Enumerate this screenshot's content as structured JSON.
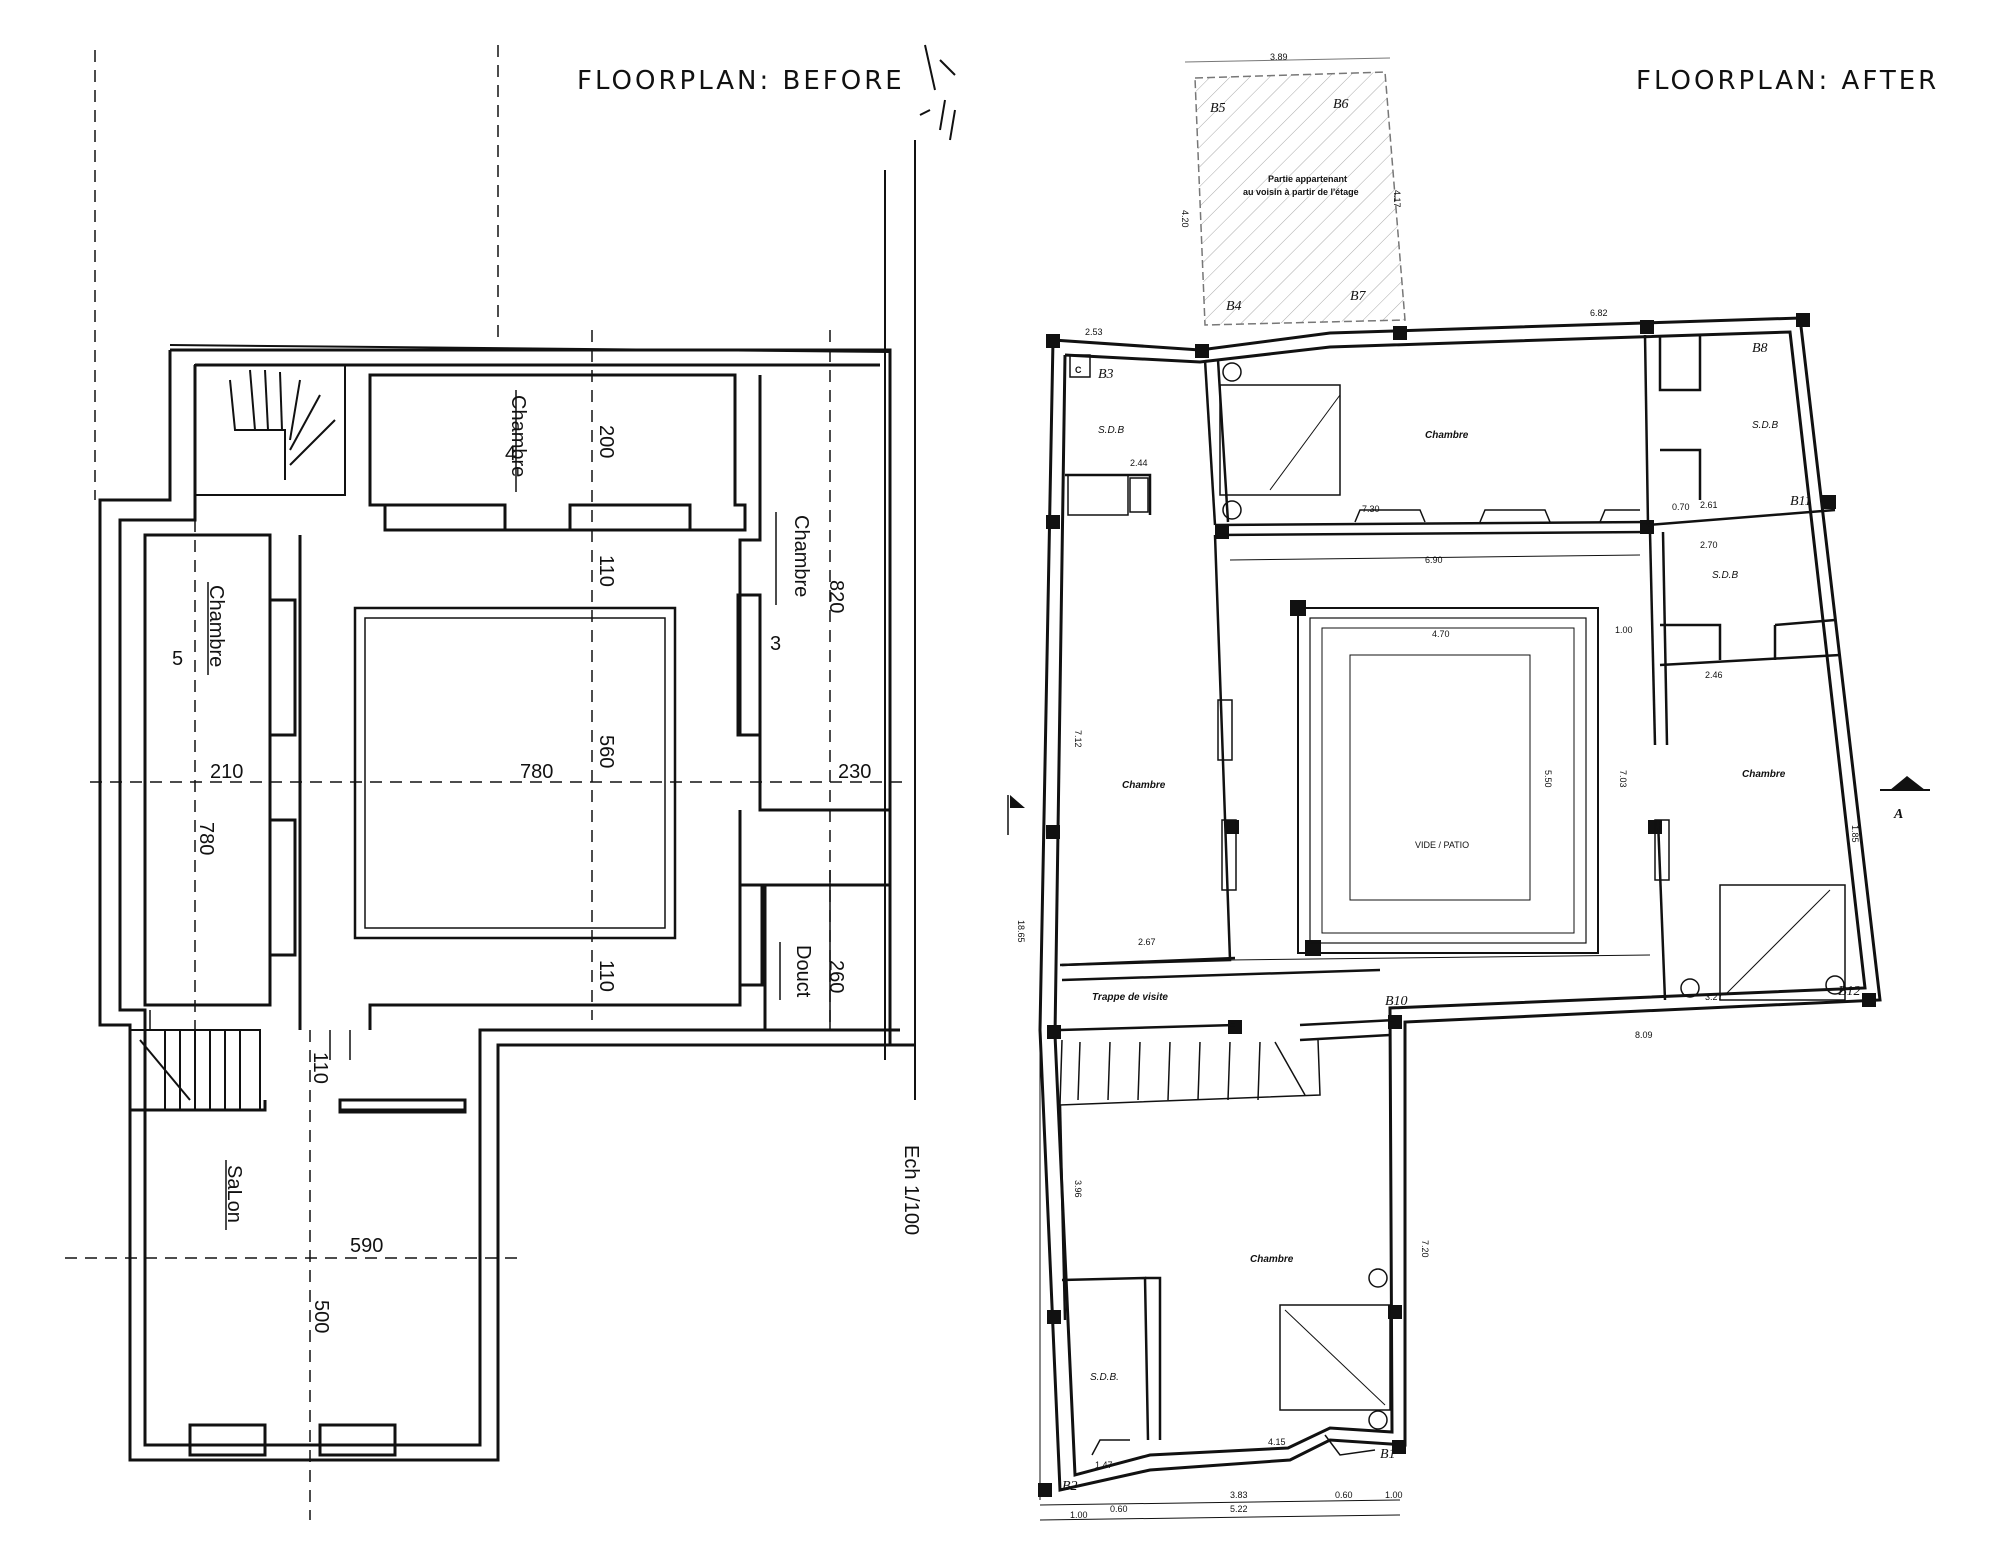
{
  "titles": {
    "before": "FLOORPLAN: BEFORE",
    "after": "FLOORPLAN: AFTER"
  },
  "before": {
    "rooms": {
      "chambre_top": "Chambre",
      "chambre_left": "Chambre",
      "chambre_right": "Chambre",
      "douche": "Douct",
      "salon": "SaLon",
      "num_4": "4",
      "num_5": "5",
      "num_3": "3"
    },
    "dims": {
      "d200": "200",
      "d110_top": "110",
      "d820": "820",
      "d560": "560",
      "d210": "210",
      "d780_h": "780",
      "d230": "230",
      "d780_v": "780",
      "d110_mid": "110",
      "d260": "260",
      "d110_bot": "110",
      "d590": "590",
      "d500": "500"
    },
    "scale": "Ech 1/100"
  },
  "after": {
    "labels": {
      "chambre_top": "Chambre",
      "sdb_top_left": "S.D.B",
      "sdb_top_right": "S.D.B",
      "sdb_right": "S.D.B",
      "chambre_left": "Chambre",
      "chambre_right": "Chambre",
      "patio": "VIDE / PATIO",
      "trappe": "Trappe de visite",
      "chambre_bottom": "Chambre",
      "sdb_bottom": "S.D.B.",
      "partie_line1": "Partie appartenant",
      "partie_line2": "au voisin à partir de l'étage",
      "c": "C",
      "section": "A"
    },
    "bays": {
      "b1": "B1",
      "b2": "B2",
      "b3": "B3",
      "b4": "B4",
      "b5": "B5",
      "b6": "B6",
      "b7": "B7",
      "b8": "B8",
      "b10": "B10",
      "b11": "B11",
      "b12": "B12"
    },
    "dims": {
      "t389": "3.89",
      "t420": "4.20",
      "t417": "4.17",
      "t253": "2.53",
      "t682": "6.82",
      "t244": "2.44",
      "t730": "7.30",
      "t690": "6.90",
      "t470": "4.70",
      "t270": "2.70",
      "t100a": "1.00",
      "t246": "2.46",
      "t261": "2.61",
      "t070": "0.70",
      "t712": "7.12",
      "t550": "5.50",
      "t703": "7.03",
      "t267": "2.67",
      "t1865": "18.65",
      "t809": "8.09",
      "t327": "3.27",
      "t396": "3.96",
      "t720": "7.20",
      "t415": "4.15",
      "t147": "1.47",
      "t383": "3.83",
      "t522": "5.22",
      "t060a": "0.60",
      "t060b": "0.60",
      "t100b": "1.00",
      "t100c": "1.00",
      "t185": "1.85"
    }
  }
}
